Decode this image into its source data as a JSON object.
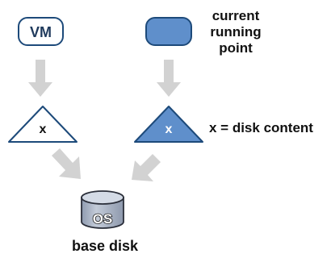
{
  "diagram": {
    "vm_node": {
      "label": "VM"
    },
    "running_point_node": {
      "label_lines": [
        "current",
        "running",
        "point"
      ]
    },
    "disk_content_left": {
      "label": "x"
    },
    "disk_content_right": {
      "label": "x"
    },
    "legend": {
      "label": "x = disk content"
    },
    "base_disk": {
      "icon_label": "OS",
      "caption": "base disk"
    },
    "colors": {
      "outline": "#1d4a7a",
      "fill_blue": "#5f8fcb",
      "fill_white": "#ffffff",
      "arrow": "#d2d2d2",
      "disk_top": "#d4dbe6",
      "disk_body": "#a9b4c6",
      "text": "#111111"
    }
  }
}
